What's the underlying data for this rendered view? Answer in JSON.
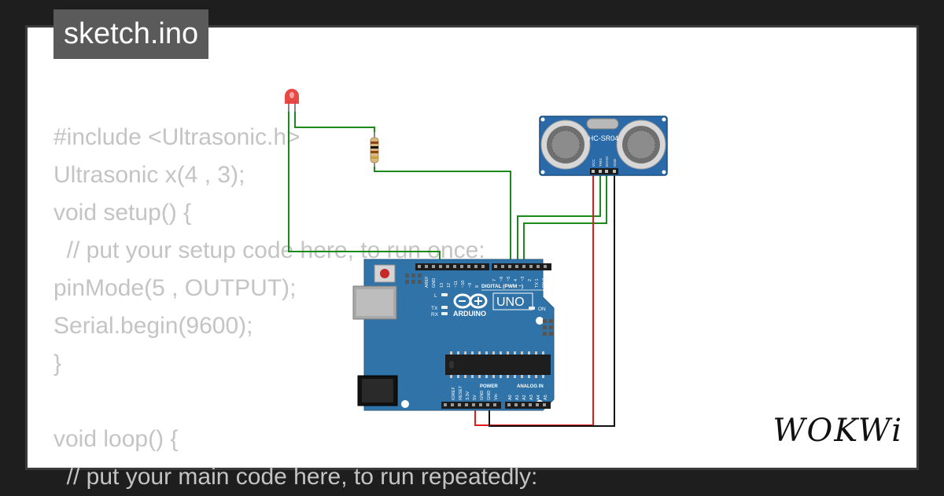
{
  "window": {
    "title": "sketch.ino"
  },
  "code": {
    "lines": [
      "#include <Ultrasonic.h>",
      "Ultrasonic x(4 , 3);",
      "void setup() {",
      "  // put your setup code here, to run once:",
      "pinMode(5 , OUTPUT);",
      "Serial.begin(9600);",
      "}",
      "",
      "void loop() {",
      "  // put your main code here, to run repeatedly:"
    ]
  },
  "components": {
    "led": {
      "color": "#e53935"
    },
    "resistor": {
      "bands": [
        "#8b4513",
        "#111111",
        "#8b4513",
        "#c9a13a"
      ]
    },
    "sensor": {
      "label": "HC-SR04",
      "pins": [
        "VCC",
        "TRIG",
        "ECHO",
        "GND"
      ]
    },
    "board": {
      "logo_text": "ARDUINO",
      "model": "UNO",
      "on_label": "ON",
      "l_label": "L",
      "tx_label": "TX",
      "rx_label": "RX",
      "digital_label": "DIGITAL (PWM ~)",
      "power_label": "POWER",
      "analog_label": "ANALOG IN",
      "top_pins": [
        "AREF",
        "GND",
        "13",
        "12",
        "~11",
        "~10",
        "~9",
        "8",
        "7",
        "~6",
        "~5",
        "4",
        "~3",
        "2",
        "TX 1",
        "RX 0"
      ],
      "bottom_pins": [
        "IOREF",
        "RESET",
        "3.3V",
        "5V",
        "GND",
        "GND",
        "Vin",
        "A0",
        "A1",
        "A2",
        "A3",
        "A4",
        "A5"
      ]
    }
  },
  "wires": {
    "signal_color": "#1a8a1a",
    "power_color": "#e21b1b",
    "ground_color": "#111111"
  },
  "branding": {
    "logo": "WOKWi"
  }
}
